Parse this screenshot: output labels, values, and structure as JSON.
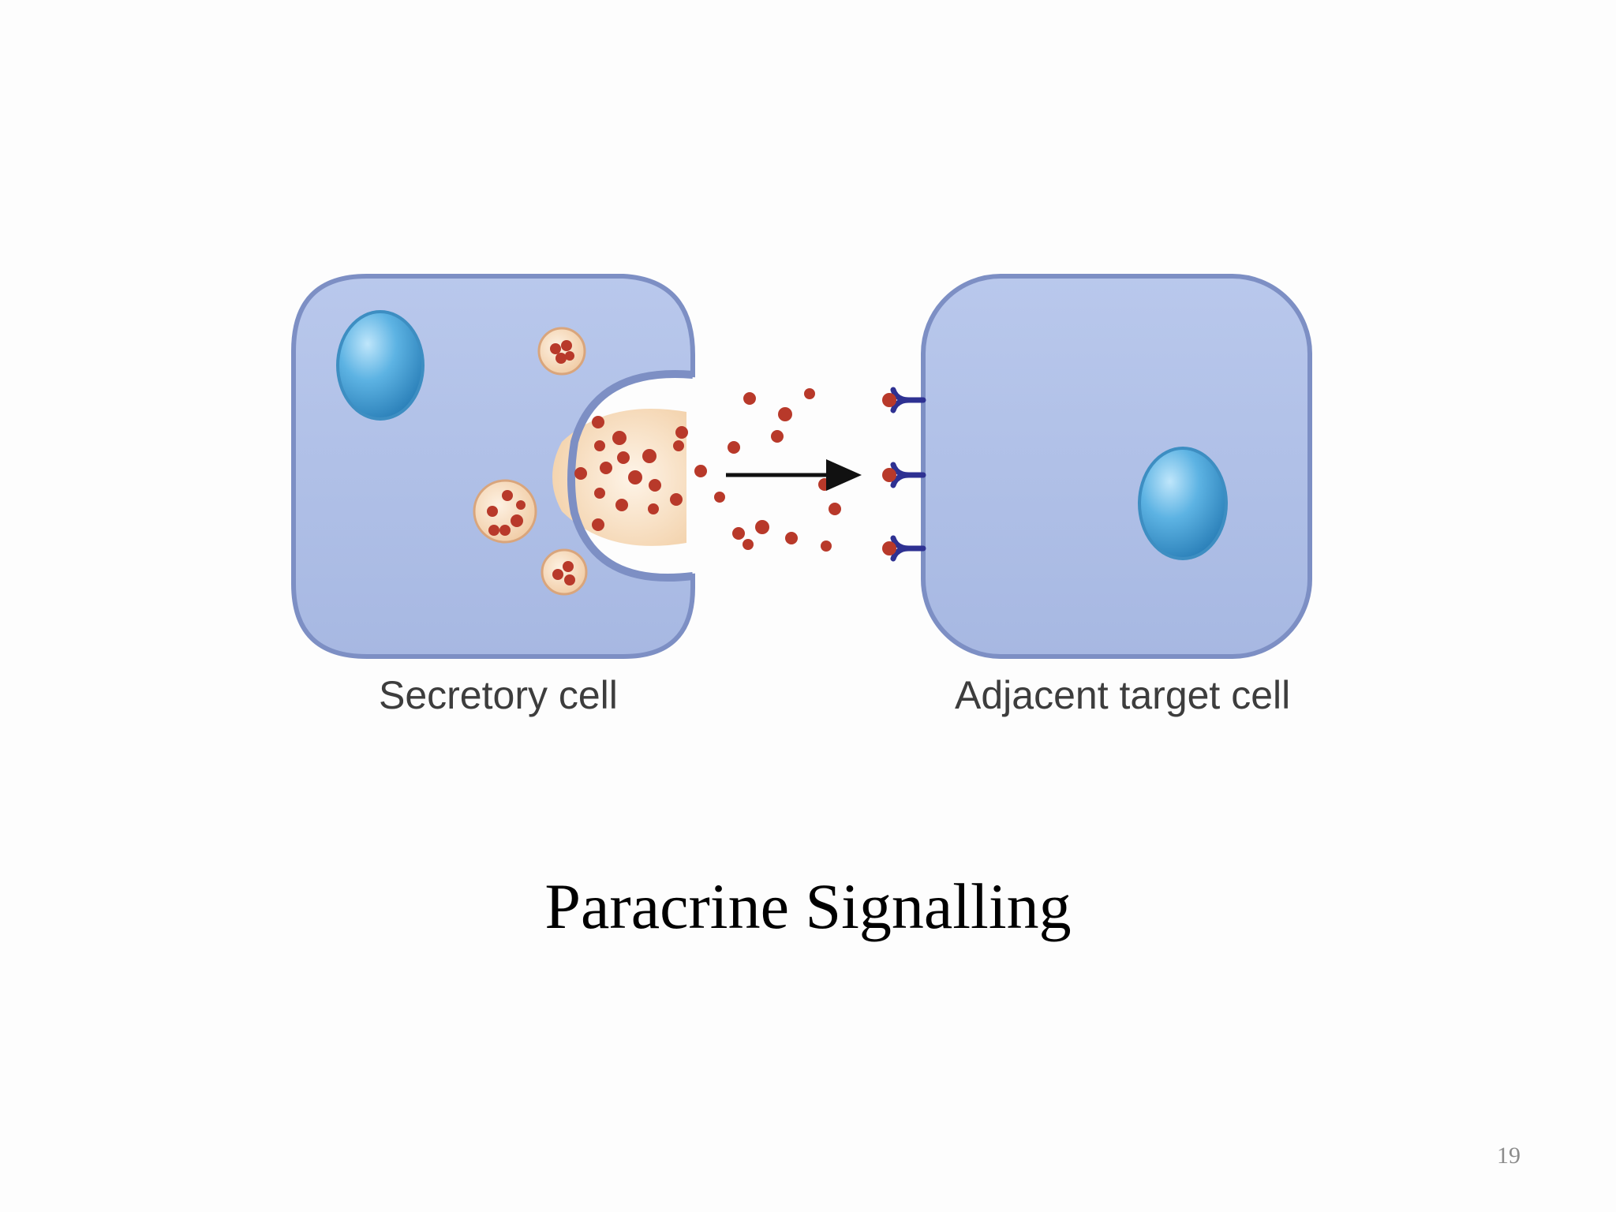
{
  "slide": {
    "title": "Paracrine Signalling",
    "page_number": "19"
  },
  "diagram": {
    "secretory_cell_label": "Secretory cell",
    "target_cell_label": "Adjacent target cell",
    "colors": {
      "cell_fill": "#aebfe6",
      "cell_stroke": "#7d8fc4",
      "nucleus": "#4aa3d6",
      "vesicle": "#f6ddc0",
      "molecule": "#b8392a",
      "receptor": "#2e3192",
      "arrow": "#111111"
    }
  }
}
